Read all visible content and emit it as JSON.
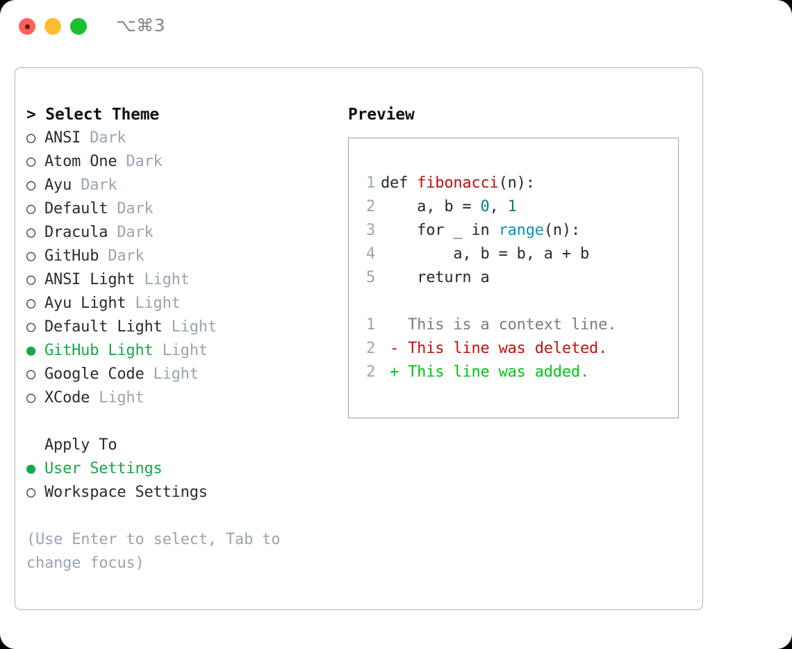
{
  "window": {
    "shortcut": "⌥⌘3",
    "traffic_lights": [
      "close-button",
      "minimize-button",
      "maximize-button"
    ]
  },
  "theme_list": {
    "header": "> Select Theme",
    "bullet_selected": "●",
    "bullet_unselected": "○",
    "items": [
      {
        "label": "ANSI",
        "tag": "Dark",
        "selected": false
      },
      {
        "label": "Atom One",
        "tag": "Dark",
        "selected": false
      },
      {
        "label": "Ayu",
        "tag": "Dark",
        "selected": false
      },
      {
        "label": "Default",
        "tag": "Dark",
        "selected": false
      },
      {
        "label": "Dracula",
        "tag": "Dark",
        "selected": false
      },
      {
        "label": "GitHub",
        "tag": "Dark",
        "selected": false
      },
      {
        "label": "ANSI Light",
        "tag": "Light",
        "selected": false
      },
      {
        "label": "Ayu Light",
        "tag": "Light",
        "selected": false
      },
      {
        "label": "Default Light",
        "tag": "Light",
        "selected": false
      },
      {
        "label": "GitHub Light",
        "tag": "Light",
        "selected": true
      },
      {
        "label": "Google Code",
        "tag": "Light",
        "selected": false
      },
      {
        "label": "XCode",
        "tag": "Light",
        "selected": false
      }
    ]
  },
  "apply_to": {
    "header": "Apply To",
    "items": [
      {
        "label": "User Settings",
        "selected": true
      },
      {
        "label": "Workspace Settings",
        "selected": false
      }
    ]
  },
  "hint": "(Use Enter to select, Tab to change focus)",
  "preview": {
    "title": "Preview",
    "code_lines": [
      {
        "num": "1",
        "segments": [
          {
            "t": "def ",
            "c": "plain"
          },
          {
            "t": "fibonacci",
            "c": "fn"
          },
          {
            "t": "(n):",
            "c": "plain"
          }
        ]
      },
      {
        "num": "2",
        "segments": [
          {
            "t": "    a, b = ",
            "c": "plain"
          },
          {
            "t": "0",
            "c": "num"
          },
          {
            "t": ", ",
            "c": "plain"
          },
          {
            "t": "1",
            "c": "num"
          }
        ]
      },
      {
        "num": "3",
        "segments": [
          {
            "t": "    for _ in ",
            "c": "plain"
          },
          {
            "t": "range",
            "c": "call"
          },
          {
            "t": "(n):",
            "c": "plain"
          }
        ]
      },
      {
        "num": "4",
        "segments": [
          {
            "t": "        a, b = b, a + b",
            "c": "plain"
          }
        ]
      },
      {
        "num": "5",
        "segments": [
          {
            "t": "    return a",
            "c": "plain"
          }
        ]
      }
    ],
    "diff_lines": [
      {
        "num": "1",
        "marker": " ",
        "text": " This is a context line.",
        "kind": "ctx"
      },
      {
        "num": "2",
        "marker": "-",
        "text": " This line was deleted.",
        "kind": "del"
      },
      {
        "num": "2",
        "marker": "+",
        "text": " This line was added.",
        "kind": "add"
      }
    ]
  },
  "colors": {
    "accent_green": "#13a84a",
    "diff_add": "#00c313",
    "diff_del": "#c50f0f",
    "tag_grey": "#9aa5b1",
    "fn_red": "#b31412",
    "num_teal": "#077d7d",
    "call_blue": "#0a90ba"
  }
}
